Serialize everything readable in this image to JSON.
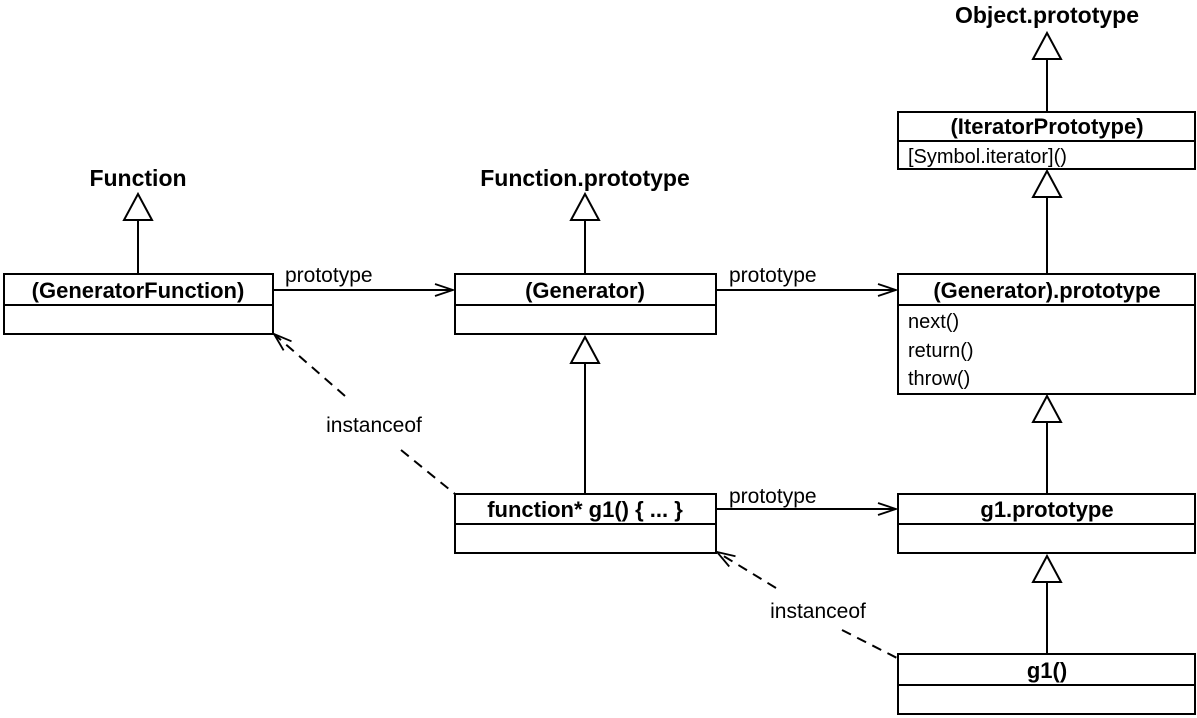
{
  "colors": {
    "line": "#000000",
    "background": "#ffffff"
  },
  "top_labels": {
    "function": "Function",
    "function_prototype": "Function.prototype",
    "object_prototype": "Object.prototype"
  },
  "boxes": {
    "generator_function": {
      "title": "(GeneratorFunction)",
      "members": []
    },
    "generator": {
      "title": "(Generator)",
      "members": []
    },
    "generator_prototype": {
      "title": "(Generator).prototype",
      "members": [
        "next()",
        "return()",
        "throw()"
      ]
    },
    "iterator_prototype": {
      "title": "(IteratorPrototype)",
      "members": [
        "[Symbol.iterator]()"
      ]
    },
    "g1_function": {
      "title": "function* g1() { ... }",
      "members": []
    },
    "g1_prototype": {
      "title": "g1.prototype",
      "members": []
    },
    "g1_call": {
      "title": "g1()",
      "members": []
    }
  },
  "edge_labels": {
    "prototype_1": "prototype",
    "prototype_2": "prototype",
    "prototype_3": "prototype",
    "instanceof_1": "instanceof",
    "instanceof_2": "instanceof"
  }
}
